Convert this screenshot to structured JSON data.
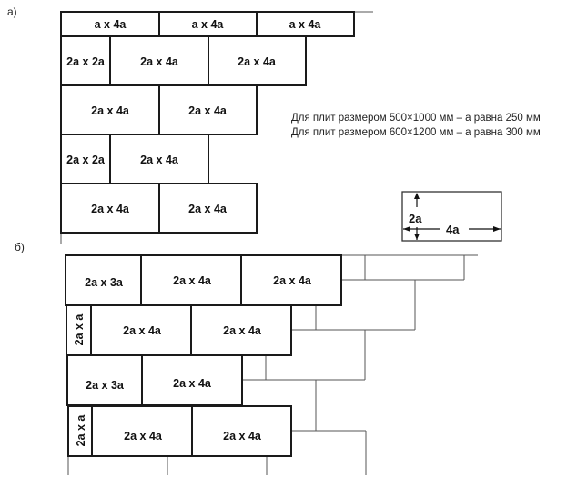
{
  "part_a": {
    "label": "а)",
    "rows": [
      [
        "a x 4a",
        "a x 4a",
        "a x 4a"
      ],
      [
        "2a x 2a",
        "2a x 4a",
        "2a x 4a"
      ],
      [
        "2a x 4a",
        "2a x 4a"
      ],
      [
        "2a x 2a",
        "2a x 4a"
      ],
      [
        "2a x 4a",
        "2a x 4a"
      ]
    ]
  },
  "notes": [
    "Для плит размером 500×1000 мм – а равна 250 мм",
    "Для плит размером 600×1200 мм – а равна 300 мм"
  ],
  "legend": {
    "height_label": "2a",
    "width_label": "4a"
  },
  "part_b": {
    "label": "б)",
    "rows": [
      [
        "2a x 3a",
        "2a x 4a",
        "2a x 4a"
      ],
      [
        "2a x a",
        "2a x 4a",
        "2a x 4a"
      ],
      [
        "2a x 3a",
        "2a x 4a"
      ],
      [
        "2a x a",
        "2a x 4a",
        "2a x 4a"
      ]
    ]
  }
}
